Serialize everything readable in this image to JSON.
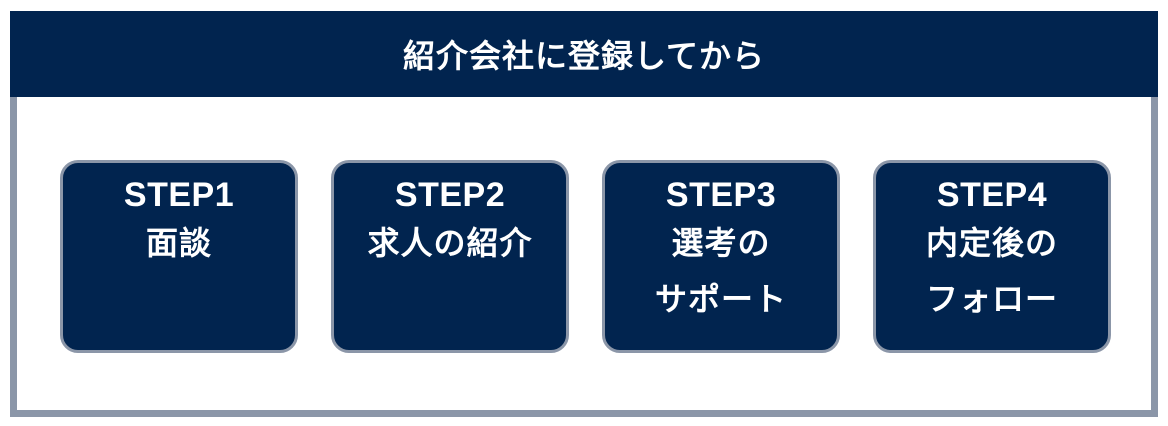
{
  "header": {
    "title": "紹介会社に登録してから"
  },
  "steps": [
    {
      "label": "STEP1",
      "lines": [
        "面談"
      ]
    },
    {
      "label": "STEP2",
      "lines": [
        "求人の紹介"
      ]
    },
    {
      "label": "STEP3",
      "lines": [
        "選考の",
        "サポート"
      ]
    },
    {
      "label": "STEP4",
      "lines": [
        "内定後の",
        "フォロー"
      ]
    }
  ],
  "colors": {
    "navy": "#01244f",
    "border_gray": "#8b96a8",
    "text": "#ffffff"
  }
}
